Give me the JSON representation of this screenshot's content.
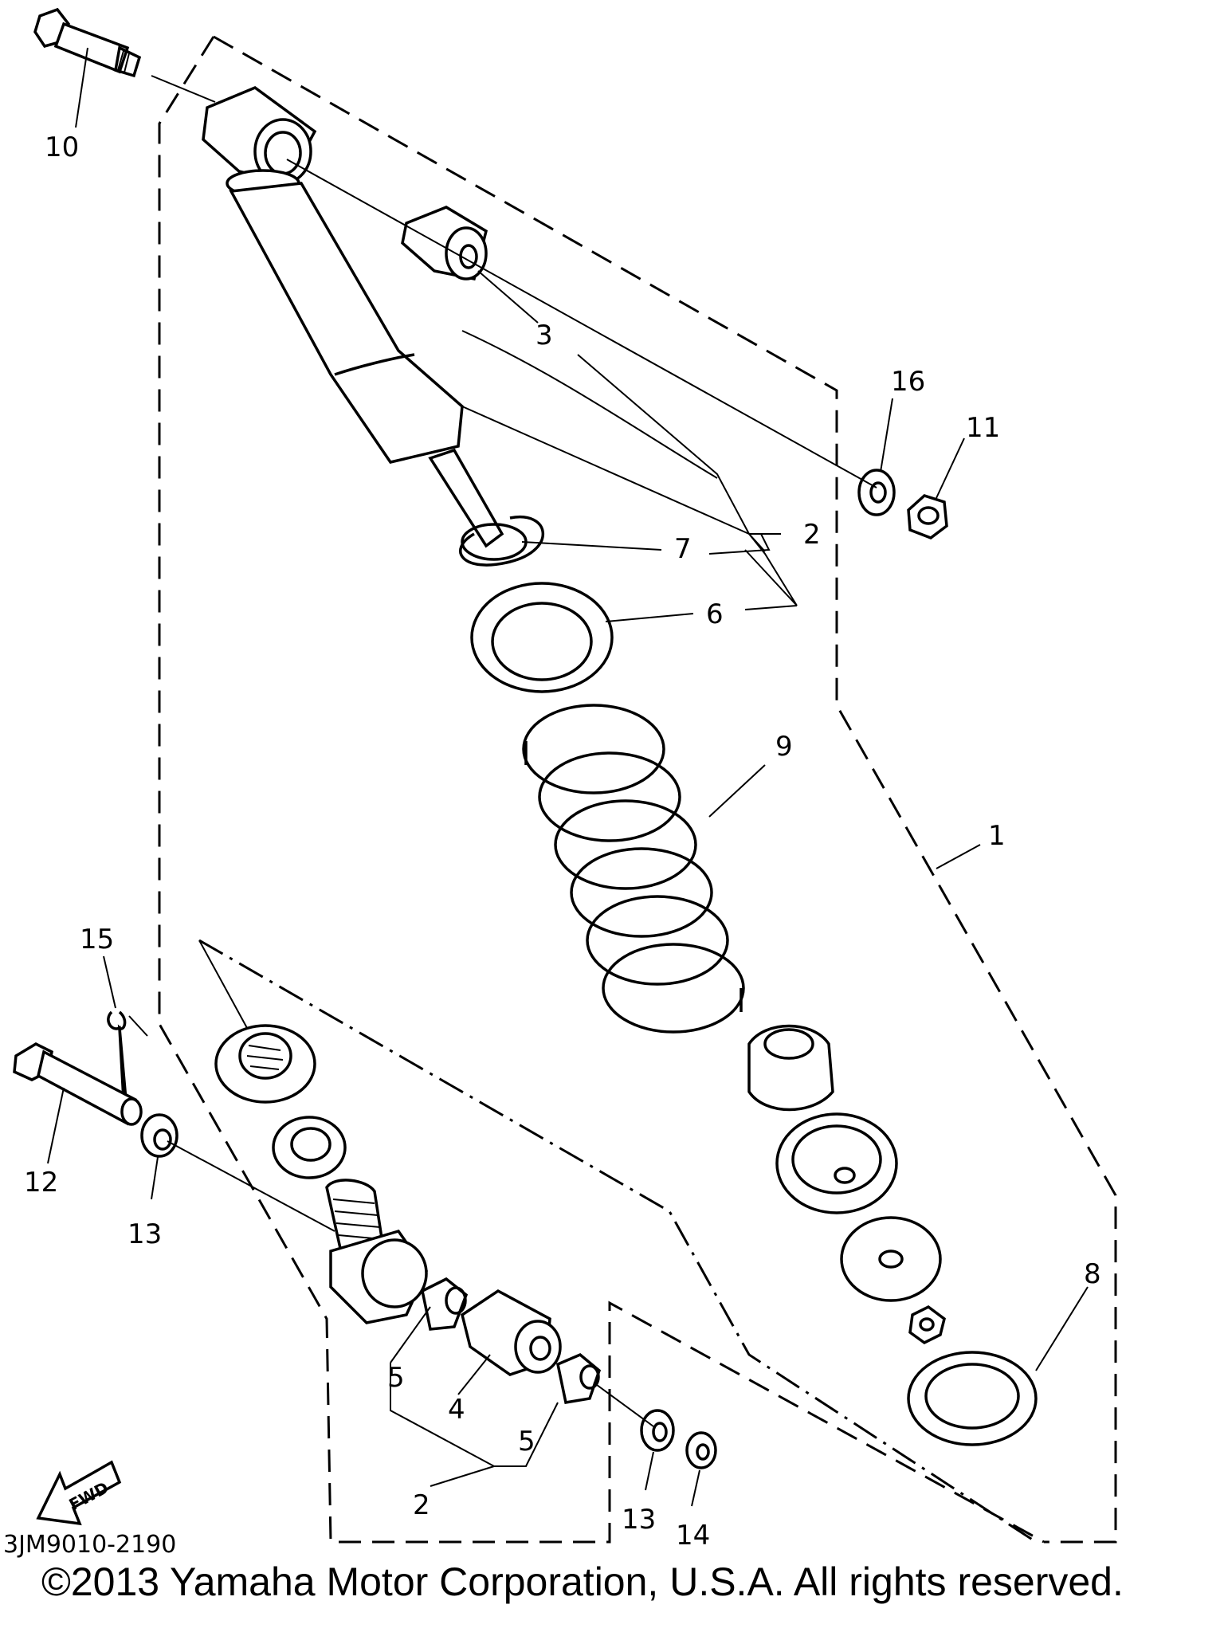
{
  "diagram": {
    "callouts": {
      "c1": "1",
      "c2a": "2",
      "c2b": "2",
      "c3": "3",
      "c4": "4",
      "c5a": "5",
      "c5b": "5",
      "c6": "6",
      "c7": "7",
      "c8": "8",
      "c9": "9",
      "c10": "10",
      "c11": "11",
      "c12": "12",
      "c13a": "13",
      "c13b": "13",
      "c14": "14",
      "c15": "15",
      "c16": "16"
    },
    "fwd_label": "FWD",
    "drawing_code": "3JM9010-2190",
    "copyright": "©2013 Yamaha Motor Corporation, U.S.A. All rights reserved."
  }
}
